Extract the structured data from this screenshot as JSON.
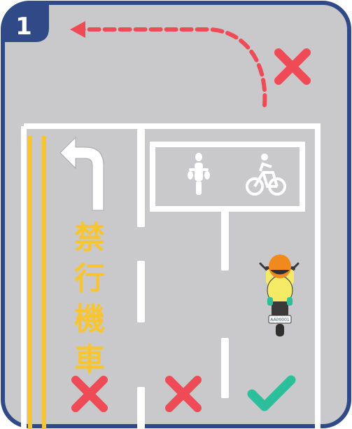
{
  "badge": {
    "number": "1",
    "color": "#2f4a86"
  },
  "road_marking": {
    "chars": [
      "禁",
      "行",
      "機",
      "車"
    ],
    "color": "#f6c531"
  },
  "waiting_zone": {
    "icons": [
      "motorcycle-icon",
      "bicycle-icon"
    ]
  },
  "rider": {
    "plate": "AA00001",
    "helmet_color": "#f08a1f",
    "jacket_color": "#f4ea66"
  },
  "marks": [
    {
      "meaning": "incorrect",
      "icon": "cross-icon",
      "color": "#ee4b57"
    },
    {
      "meaning": "incorrect",
      "icon": "cross-icon",
      "color": "#ee4b57"
    },
    {
      "meaning": "correct",
      "icon": "check-icon",
      "color": "#2dbf9b"
    },
    {
      "meaning": "incorrect-turn",
      "icon": "cross-icon",
      "color": "#ee4b57"
    }
  ],
  "colors": {
    "border": "#2f4a86",
    "road": "#c9c9cb",
    "lane_line": "#ffffff",
    "center_line": "#f6c531",
    "turn_path": "#ee4b57"
  }
}
